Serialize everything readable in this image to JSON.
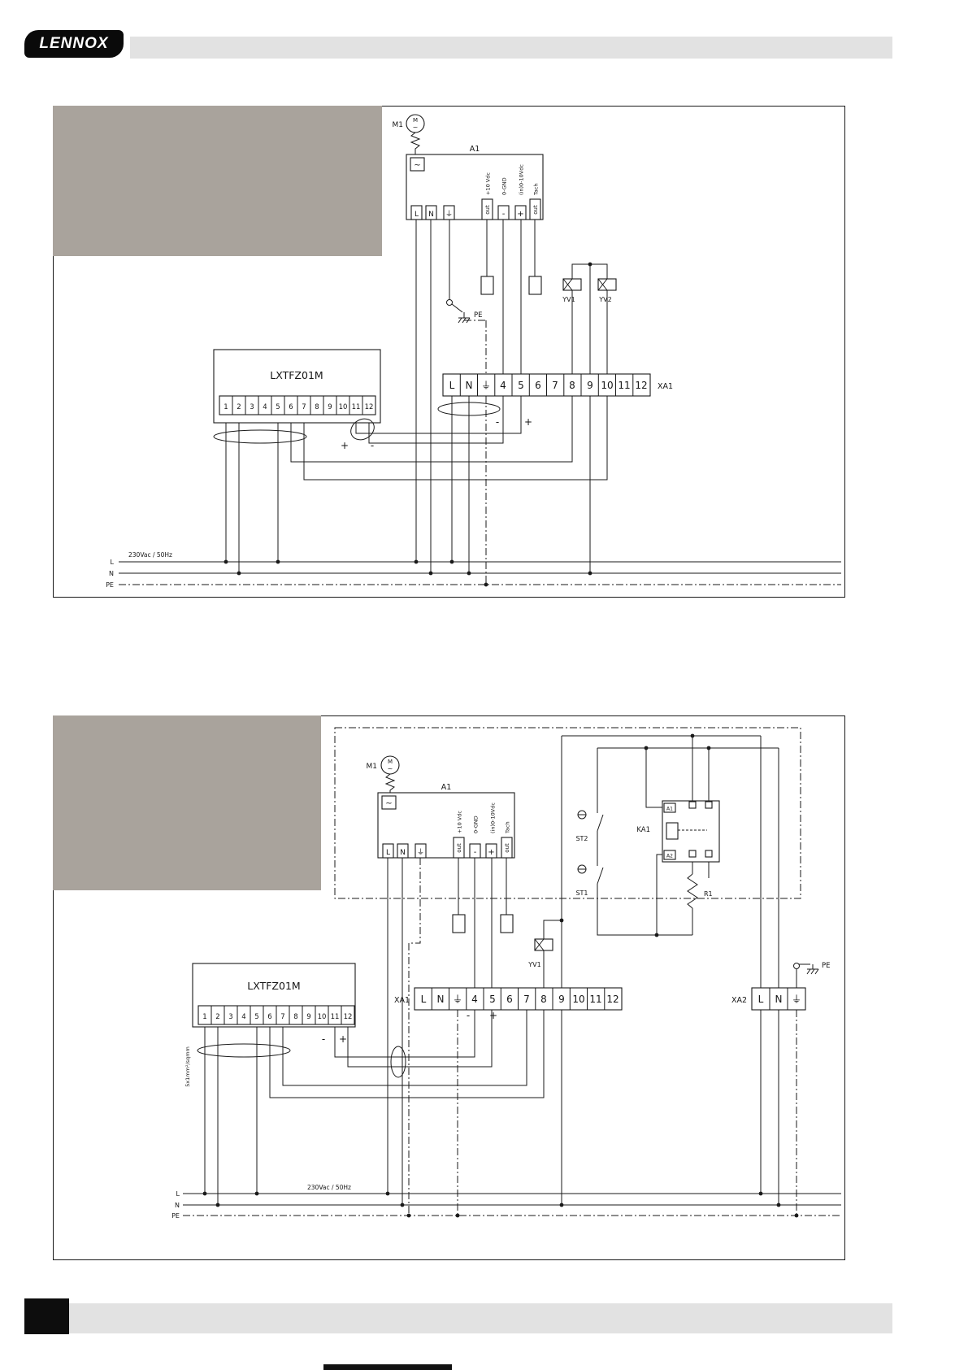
{
  "header": {
    "brand": "LENNOX"
  },
  "diagram1": {
    "motor_label": "M1",
    "motor_letter": "M",
    "ac": "~",
    "controller_label": "A1",
    "ctrl_power_pins": [
      "L",
      "N",
      "⏚"
    ],
    "ctrl_io_pins": [
      "out",
      "-",
      "+",
      "out"
    ],
    "ctrl_io_labels": [
      "+10 Vdc",
      "0-GND",
      "(in)0-10Vdc",
      "Tach"
    ],
    "pe": "PE",
    "valve1": "YV1",
    "valve2": "YV2",
    "device_label": "LXTFZ01M",
    "device_pins": [
      "1",
      "2",
      "3",
      "4",
      "5",
      "6",
      "7",
      "8",
      "9",
      "10",
      "11",
      "12"
    ],
    "strip_label": "XA1",
    "strip_cells": [
      "L",
      "N",
      "⏚",
      "4",
      "5",
      "6",
      "7",
      "8",
      "9",
      "10",
      "11",
      "12"
    ],
    "minus": "-",
    "plus": "+",
    "supply": "230Vac / 50Hz",
    "bus": [
      "L",
      "N",
      "PE"
    ]
  },
  "diagram2": {
    "motor_label": "M1",
    "motor_letter": "M",
    "ac": "~",
    "controller_label": "A1",
    "ctrl_power_pins": [
      "L",
      "N",
      "⏚"
    ],
    "ctrl_io_pins": [
      "out",
      "-",
      "+",
      "out"
    ],
    "ctrl_io_labels": [
      "+10 Vdc",
      "0-GND",
      "(in)0-10Vdc",
      "Tach"
    ],
    "switch1": "ST1",
    "switch2": "ST2",
    "relay_label": "KA1",
    "relay_pins": [
      "A1",
      "A2"
    ],
    "resistor_label": "R1",
    "valve1": "YV1",
    "device_label": "LXTFZ01M",
    "device_pins": [
      "1",
      "2",
      "3",
      "4",
      "5",
      "6",
      "7",
      "8",
      "9",
      "10",
      "11",
      "12"
    ],
    "strip1_label": "XA1",
    "strip1_cells": [
      "L",
      "N",
      "⏚",
      "4",
      "5",
      "6",
      "7",
      "8",
      "9",
      "10",
      "11",
      "12"
    ],
    "strip2_label": "XA2",
    "strip2_cells": [
      "L",
      "N",
      "⏚"
    ],
    "cable_spec": "5x1mm²/sqmm",
    "pe": "PE",
    "minus": "-",
    "plus": "+",
    "supply": "230Vac / 50Hz",
    "bus": [
      "L",
      "N",
      "PE"
    ]
  }
}
